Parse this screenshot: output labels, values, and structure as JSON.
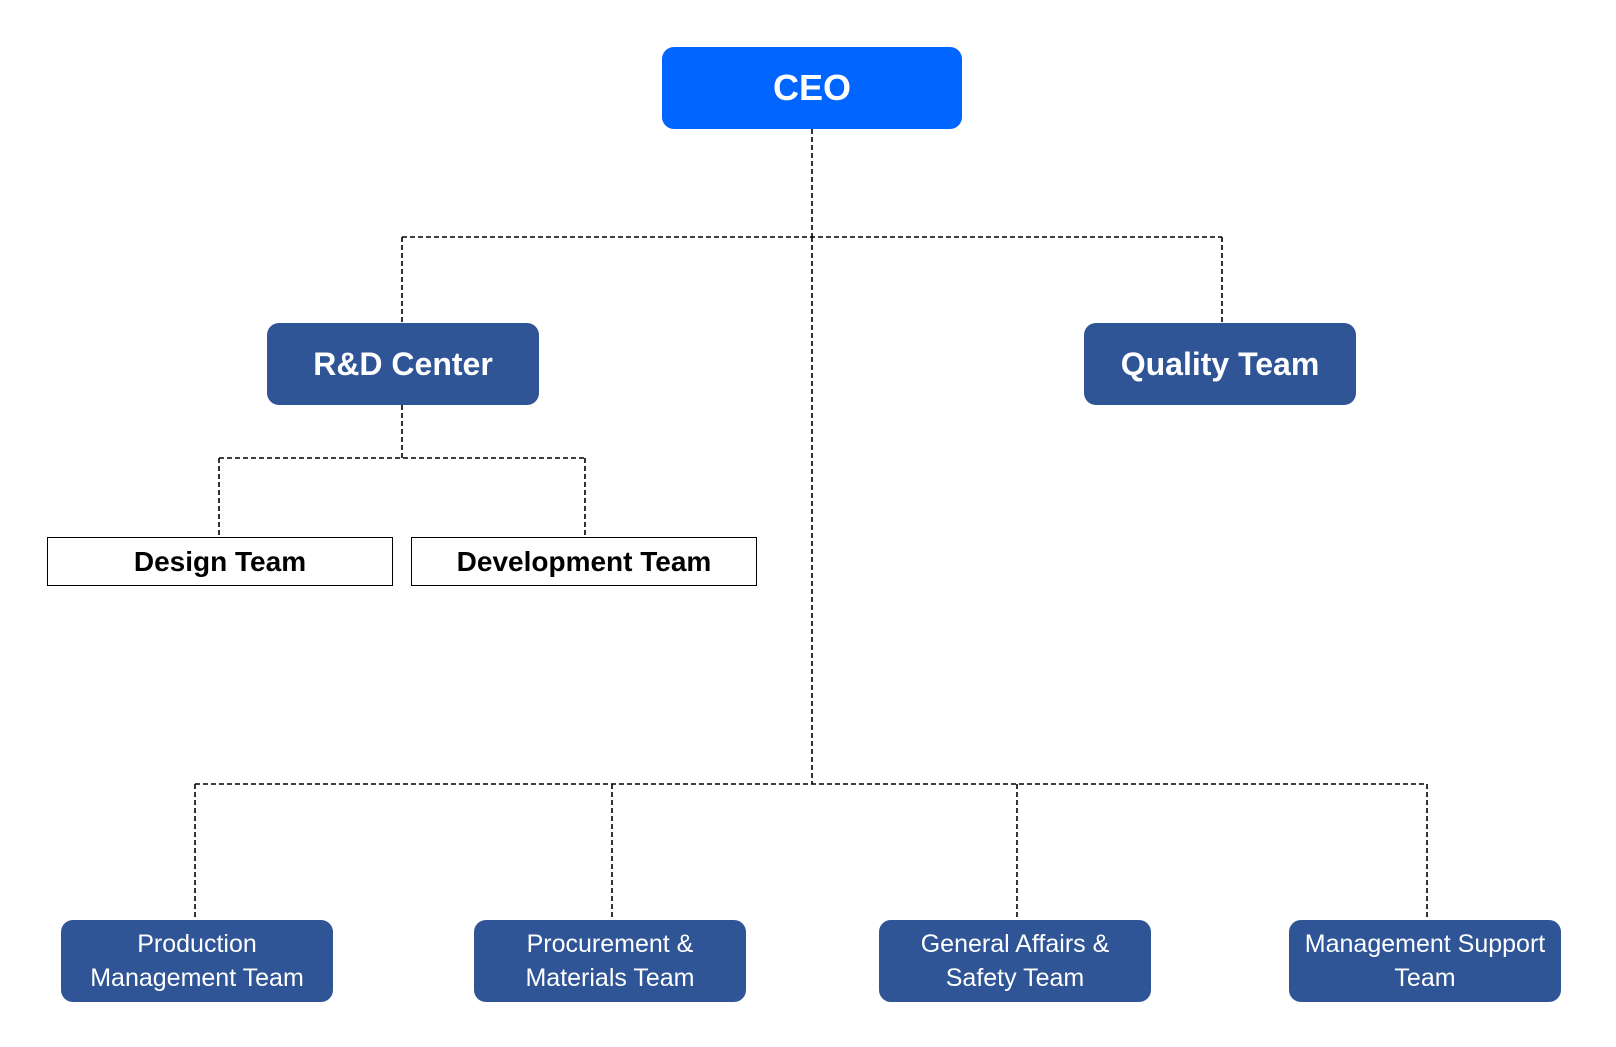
{
  "chart": {
    "ceo": {
      "label": "CEO"
    },
    "rnd_center": {
      "label": "R&D Center",
      "children": [
        {
          "label": "Design Team"
        },
        {
          "label": "Development Team"
        }
      ]
    },
    "quality_team": {
      "label": "Quality Team"
    },
    "bottom_teams": [
      {
        "line1": "Production",
        "line2": "Management Team"
      },
      {
        "line1": "Procurement &",
        "line2": "Materials Team"
      },
      {
        "line1": "General Affairs &",
        "line2": "Safety Team"
      },
      {
        "line1": "Management Support",
        "line2": "Team"
      }
    ]
  },
  "colors": {
    "ceo_fill": "#0066ff",
    "unit_fill": "#2f5597",
    "sub_team_fill": "#ffffff",
    "connector": "#000000"
  }
}
